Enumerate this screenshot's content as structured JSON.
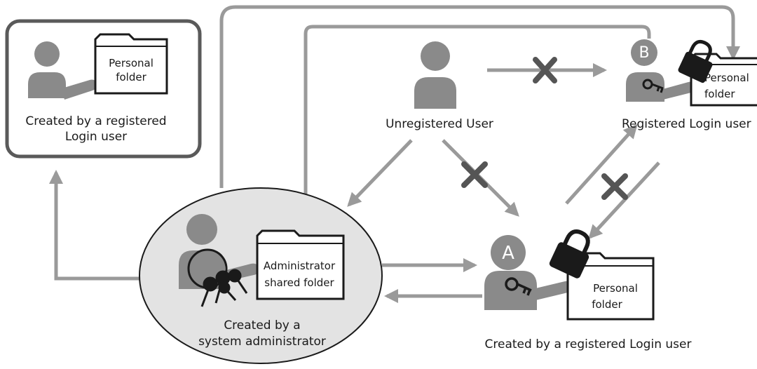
{
  "boxes": {
    "personal_box": {
      "folder_line1": "Personal",
      "folder_line2": "folder",
      "caption_line1": "Created by a registered",
      "caption_line2": "Login user"
    },
    "admin": {
      "folder_line1": "Administrator",
      "folder_line2": "shared folder",
      "caption_line1": "Created by a",
      "caption_line2": "system administrator"
    }
  },
  "users": {
    "unregistered": {
      "label": "Unregistered User"
    },
    "user_b": {
      "badge": "B",
      "folder_line1": "Personal",
      "folder_line2": "folder",
      "label": "Registered Login user"
    },
    "user_a": {
      "badge": "A",
      "folder_line1": "Personal",
      "folder_line2": "folder",
      "caption": "Created by a registered Login user"
    }
  },
  "colors": {
    "arrow": "#9a9a9a",
    "person": "#8a8a8a",
    "cross": "#555555",
    "ellipse_fill": "#e3e3e3",
    "box_border": "#5a5a5a"
  }
}
